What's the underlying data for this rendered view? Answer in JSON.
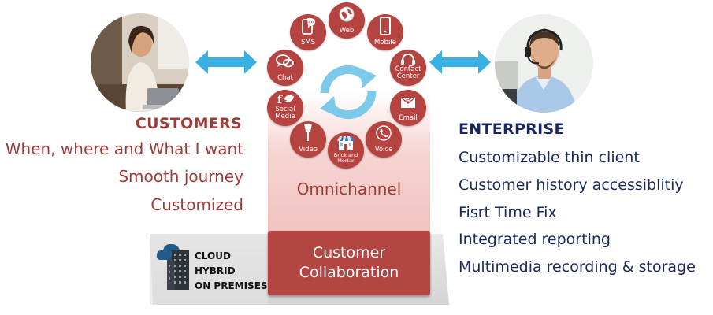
{
  "customers": {
    "heading": "CUSTOMERS",
    "lines": [
      "When, where and What I want",
      "Smooth journey",
      "Customized"
    ]
  },
  "enterprise": {
    "heading": "ENTERPRISE",
    "lines": [
      "Customizable thin client",
      "Customer history accessiblitiy",
      "Fisrt Time Fix",
      "Integrated reporting",
      "Multimedia recording & storage"
    ]
  },
  "center": {
    "label": "Omnichannel",
    "collab_line1": "Customer",
    "collab_line2": "Collaboration"
  },
  "deployment": {
    "lines": [
      "CLOUD",
      "HYBRID",
      "ON PREMISES"
    ]
  },
  "channels": [
    {
      "label": "Web",
      "icon": "globe-icon"
    },
    {
      "label": "Mobile",
      "icon": "mobile-icon"
    },
    {
      "label": "Contact Center",
      "icon": "headset-icon"
    },
    {
      "label": "Email",
      "icon": "email-icon"
    },
    {
      "label": "Voice",
      "icon": "phone-icon"
    },
    {
      "label": "Brick and Mortar",
      "icon": "store-icon"
    },
    {
      "label": "Video",
      "icon": "video-icon"
    },
    {
      "label": "Social Media",
      "icon": "social-icon"
    },
    {
      "label": "Chat",
      "icon": "chat-icon"
    },
    {
      "label": "SMS",
      "icon": "sms-icon"
    }
  ],
  "colors": {
    "customer_red": "#9e3b37",
    "enterprise_navy": "#18285e",
    "channel_red": "#b5433f",
    "arrow_blue": "#3ab0e2"
  }
}
